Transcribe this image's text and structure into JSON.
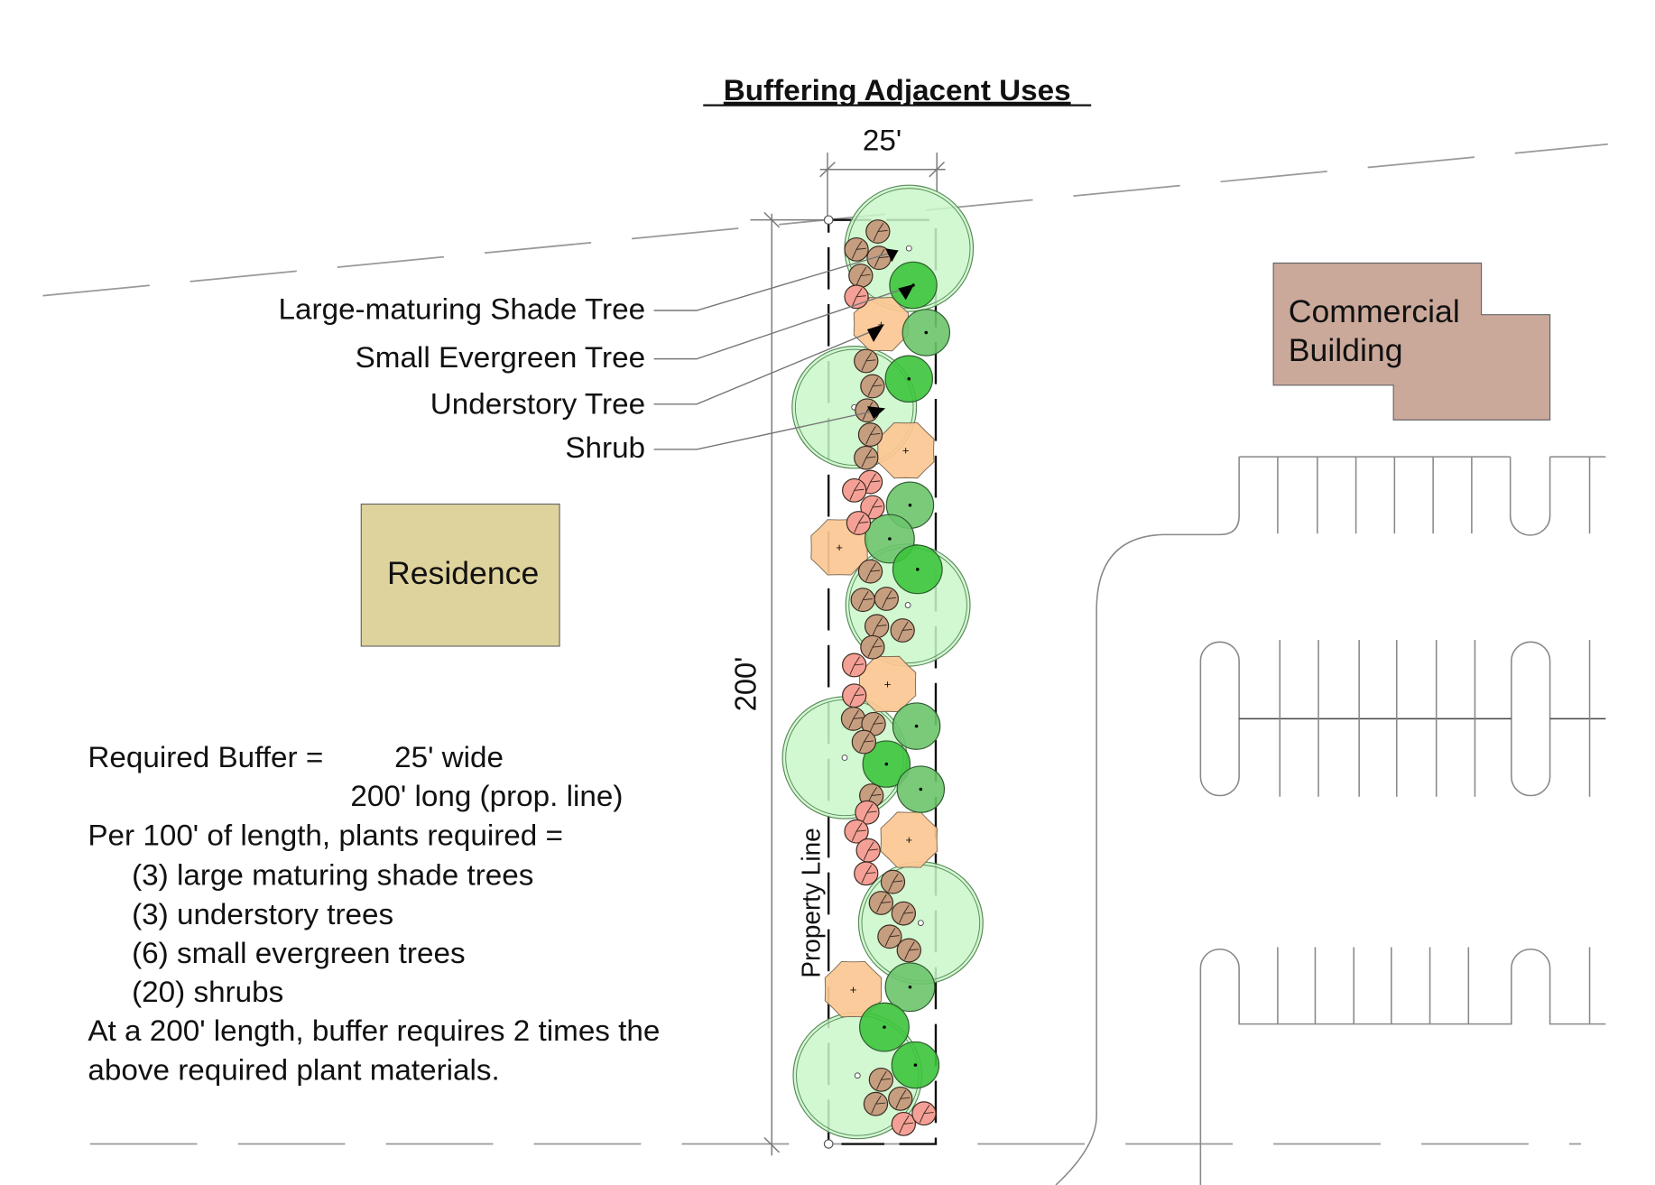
{
  "title": "Buffering Adjacent Uses",
  "dimensions": {
    "width_label": "25'",
    "length_label": "200'",
    "property_line_label": "Property Line"
  },
  "legend": [
    {
      "label": "Large-maturing Shade Tree",
      "symbol": "large-shade-tree",
      "color": "#c9f7c9"
    },
    {
      "label": "Small Evergreen Tree",
      "symbol": "small-evergreen-tree",
      "color": "#3cc43c"
    },
    {
      "label": "Understory Tree",
      "symbol": "understory-tree",
      "color": "#fcc792"
    },
    {
      "label": "Shrub",
      "symbol": "shrub",
      "color": "#c59e80"
    }
  ],
  "buildings": {
    "residence": {
      "label": "Residence",
      "color": "#dfd39d"
    },
    "commercial": {
      "line1": "Commercial",
      "line2": "Building",
      "color": "#cba99a"
    }
  },
  "notes": {
    "line1_label": "Required Buffer =",
    "line1_value": "25' wide",
    "line2_value": "200' long (prop. line)",
    "line3": "Per 100' of length, plants required =",
    "requirements": [
      "(3) large maturing shade trees",
      "(3) understory trees",
      "(6) small evergreen trees",
      "(20) shrubs"
    ],
    "line8": "At a 200' length, buffer requires 2 times the",
    "line9": "above required plant materials."
  },
  "colors": {
    "shade_tree": "#c9f7c9",
    "evergreen_dark": "#3cc43c",
    "evergreen_light": "#6cc46c",
    "understory": "#fcc792",
    "shrub_brown": "#c59e80",
    "shrub_pink": "#f5a096"
  }
}
